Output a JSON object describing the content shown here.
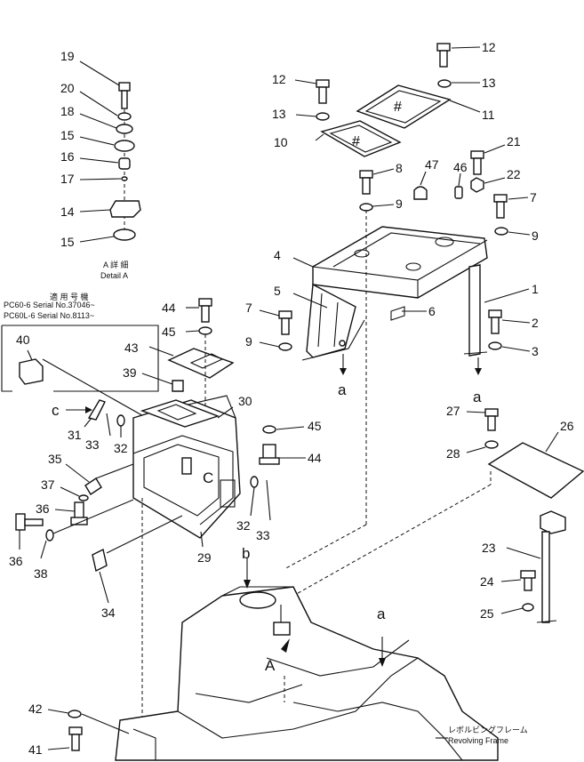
{
  "diagram": {
    "detail_label_jp": "A 詳 細",
    "detail_label": "Detail A",
    "serial_header_jp": "適 用 号 機",
    "serial_lines": [
      "PC60-6  Serial No.37046~",
      "PC60L-6 Serial No.8113~"
    ],
    "frame_label_jp": "レボルビングフレーム",
    "frame_label": "Revolving Frame",
    "view_letters": {
      "a1": "a",
      "a2": "a",
      "a3": "a",
      "b": "b",
      "c1": "c",
      "c2": "C",
      "A": "A"
    },
    "callouts": {
      "n1": "1",
      "n2": "2",
      "n3": "3",
      "n4": "4",
      "n5": "5",
      "n6": "6",
      "n7a": "7",
      "n7b": "7",
      "n8": "8",
      "n9a": "9",
      "n9b": "9",
      "n9c": "9",
      "n10": "10",
      "n11": "11",
      "n12a": "12",
      "n12b": "12",
      "n13a": "13",
      "n13b": "13",
      "n14": "14",
      "n15a": "15",
      "n15b": "15",
      "n16": "16",
      "n17": "17",
      "n18": "18",
      "n19": "19",
      "n20": "20",
      "n21": "21",
      "n22": "22",
      "n23": "23",
      "n24": "24",
      "n25": "25",
      "n26": "26",
      "n27": "27",
      "n28": "28",
      "n29": "29",
      "n30": "30",
      "n31": "31",
      "n32a": "32",
      "n32b": "32",
      "n33a": "33",
      "n33b": "33",
      "n34": "34",
      "n35": "35",
      "n36a": "36",
      "n36b": "36",
      "n37": "37",
      "n38": "38",
      "n39": "39",
      "n40": "40",
      "n41": "41",
      "n42": "42",
      "n43": "43",
      "n44a": "44",
      "n44b": "44",
      "n45a": "45",
      "n45b": "45",
      "n46": "46",
      "n47": "47"
    }
  }
}
